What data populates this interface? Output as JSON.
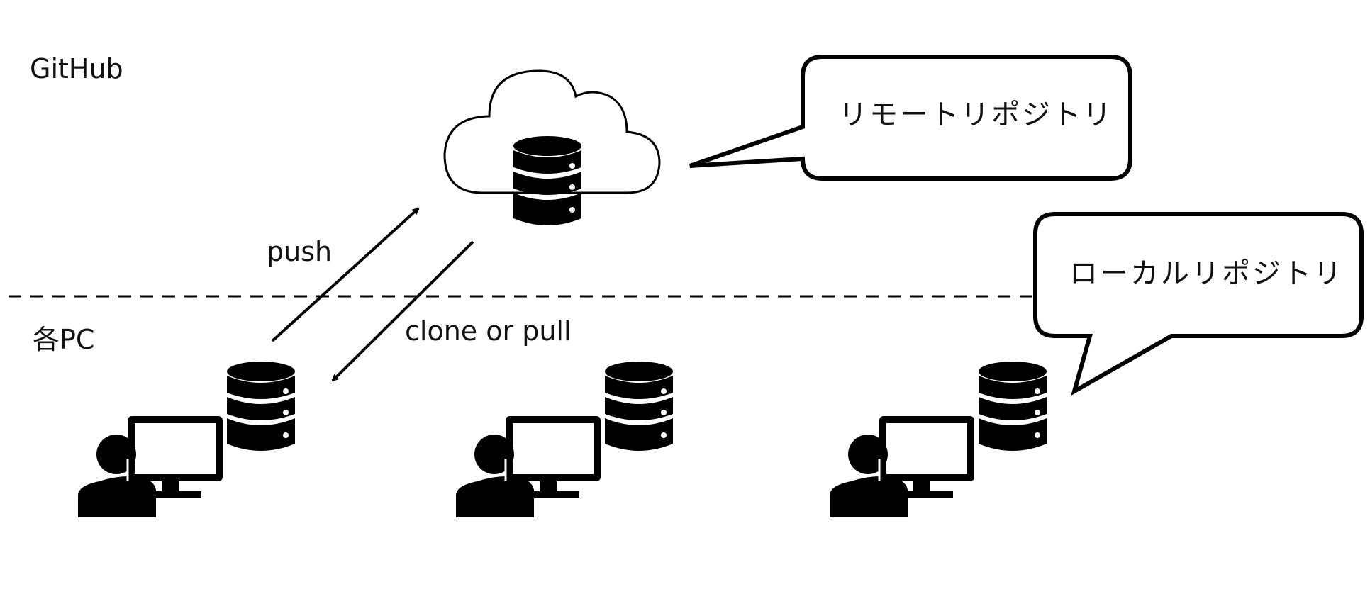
{
  "diagram": {
    "title": "GitHub remote / local repository overview",
    "zones": {
      "top_label": "GitHub",
      "bottom_label": "各PC"
    },
    "arrows": [
      {
        "id": "push",
        "label": "push",
        "from": "pc-1-repo",
        "to": "remote-repo"
      },
      {
        "id": "clone-pull",
        "label": "clone or pull",
        "from": "remote-repo",
        "to": "pc-1-repo"
      }
    ],
    "callouts": {
      "remote": "リモートリポジトリ",
      "local": "ローカルリポジトリ"
    },
    "nodes": {
      "remote": {
        "icon": "cloud-database-icon",
        "name": "Remote repository"
      },
      "pcs": [
        {
          "icon": "user-at-computer-icon",
          "repo_icon": "database-icon"
        },
        {
          "icon": "user-at-computer-icon",
          "repo_icon": "database-icon"
        },
        {
          "icon": "user-at-computer-icon",
          "repo_icon": "database-icon"
        }
      ]
    },
    "colors": {
      "stroke": "#000000",
      "background": "#ffffff"
    }
  }
}
